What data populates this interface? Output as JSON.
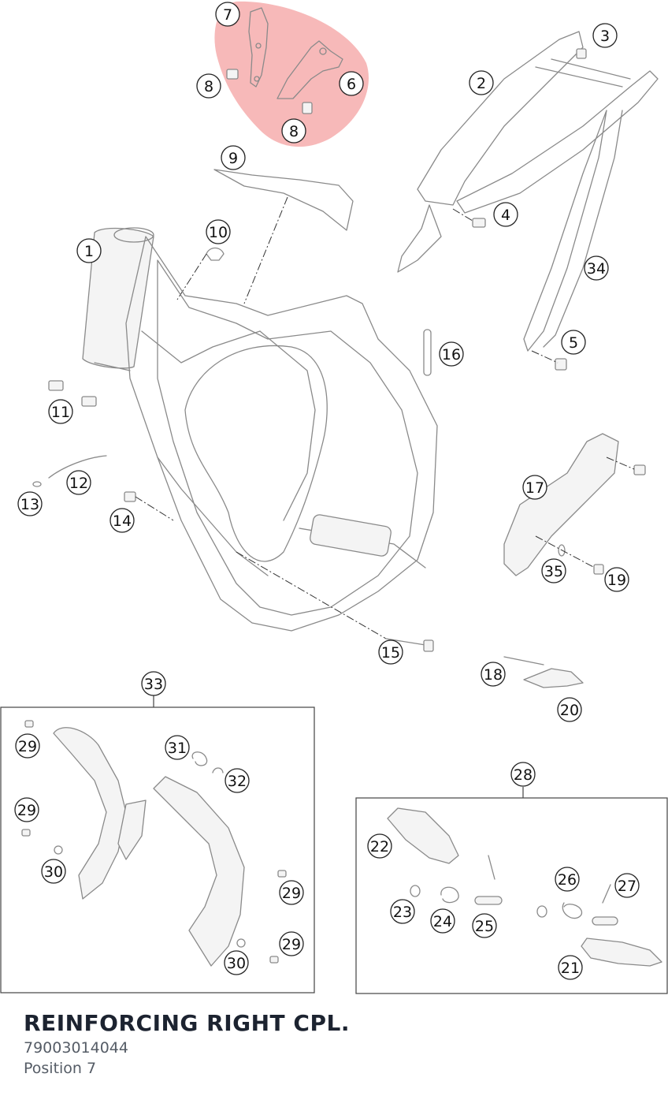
{
  "diagram": {
    "highlight_color": "#f08080",
    "callouts": [
      "1",
      "2",
      "3",
      "4",
      "5",
      "6",
      "7",
      "8",
      "8",
      "9",
      "10",
      "11",
      "12",
      "13",
      "14",
      "15",
      "16",
      "17",
      "18",
      "19",
      "20",
      "21",
      "22",
      "23",
      "24",
      "25",
      "26",
      "27",
      "28",
      "29",
      "29",
      "29",
      "29",
      "30",
      "30",
      "31",
      "32",
      "33",
      "34",
      "35"
    ]
  },
  "part": {
    "name": "REINFORCING RIGHT CPL.",
    "number": "79003014044",
    "position": "Position 7"
  }
}
